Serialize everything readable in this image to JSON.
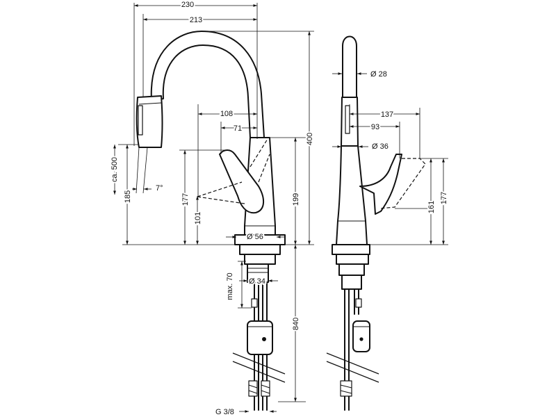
{
  "dimensions": {
    "d230": "230",
    "d213": "213",
    "d108": "108",
    "d71": "71",
    "d400": "400",
    "d199": "199",
    "d177_front": "177",
    "d101": "101",
    "d185": "185",
    "d500": "ca. 500",
    "d7": "7°",
    "d56": "Ø 56",
    "d34": "Ø 34",
    "d70": "max. 70",
    "d840": "840",
    "dG38": "G 3/8",
    "d28": "Ø 28",
    "d137": "137",
    "d93": "93",
    "d36": "Ø 36",
    "d161": "161",
    "d177_side": "177"
  },
  "colors": {
    "line": "#111111",
    "background": "#ffffff"
  }
}
